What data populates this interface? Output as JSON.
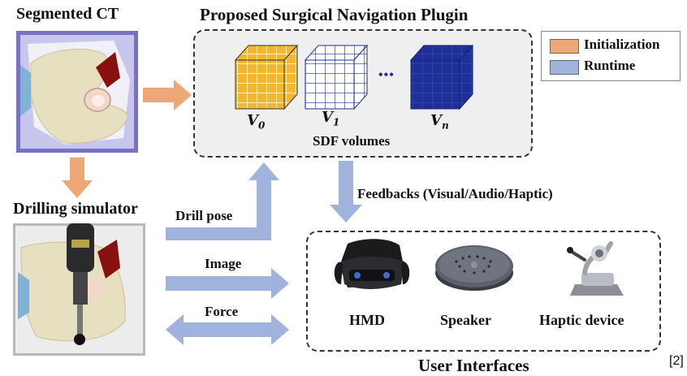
{
  "titles": {
    "segmented_ct": "Segmented CT",
    "plugin": "Proposed Surgical Navigation Plugin",
    "drilling_simulator": "Drilling simulator",
    "user_interfaces": "User Interfaces"
  },
  "legend": {
    "initialization": "Initialization",
    "runtime": "Runtime",
    "colors": {
      "initialization": "#eea878",
      "runtime": "#9fb3dd"
    }
  },
  "volumes": {
    "v0_base": "V",
    "v0_sub": "0",
    "v1_base": "V",
    "v1_sub": "1",
    "vn_base": "V",
    "vn_sub": "n",
    "ellipsis": "•••",
    "caption": "SDF volumes",
    "colors": {
      "v0": "#f3b72e",
      "v1": "#ffffff",
      "vn": "#1f2f99"
    }
  },
  "arrows": {
    "feedbacks": "Feedbacks (Visual/Audio/Haptic)",
    "drill_pose": "Drill pose",
    "image": "Image",
    "force": "Force"
  },
  "devices": {
    "hmd": "HMD",
    "speaker": "Speaker",
    "haptic": "Haptic device"
  },
  "citation": "[2]"
}
